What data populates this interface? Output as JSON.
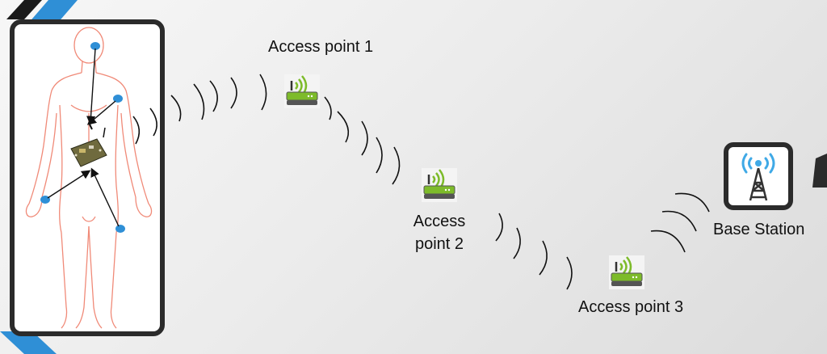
{
  "labels": {
    "access_point_1": "Access point 1",
    "access_point_2_line1": "Access",
    "access_point_2_line2": "point 2",
    "access_point_3": "Access point 3",
    "base_station": "Base Station"
  },
  "icons": {
    "body": "human-body-outline-icon",
    "sensor": "sensor-node-icon",
    "hub": "wearable-hub-board-icon",
    "router": "wifi-router-icon",
    "tower": "cell-tower-icon",
    "signal": "signal-wave-icon"
  },
  "colors": {
    "body_outline": "#f08a78",
    "sensor": "#2f8fd6",
    "router_green": "#7dbb2a",
    "wave": "#111111",
    "frame": "#2b2b2b",
    "accent_stripe": "#2f8fd6"
  }
}
